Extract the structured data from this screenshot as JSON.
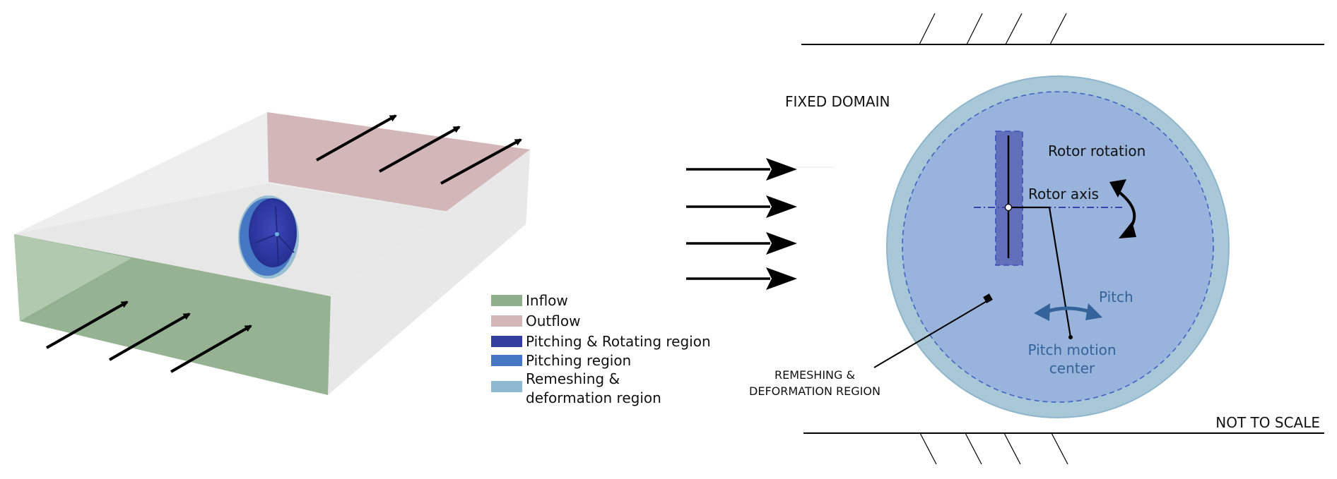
{
  "left_panel": {
    "legend": {
      "items": [
        {
          "label": "Inflow",
          "color": "#8faf8c"
        },
        {
          "label": "Outflow",
          "color": "#d3b6b7"
        },
        {
          "label": "Pitching & Rotating region",
          "color": "#343e9f"
        },
        {
          "label": "Pitching region",
          "color": "#4577c3"
        },
        {
          "label": "Remeshing &",
          "label2": "deformation region",
          "color": "#8fb9d0"
        }
      ]
    },
    "colors": {
      "inflow_face": "#8faf8c",
      "inflow_face_light": "#b1c9af",
      "outflow_face": "#d3b6b7",
      "box_faces": "#e4e4e4",
      "box_top": "#ededed"
    }
  },
  "right_panel": {
    "fixed_domain_label": "FIXED DOMAIN",
    "not_to_scale_label": "NOT TO SCALE",
    "rotor_rotation_label": "Rotor rotation",
    "rotor_axis_label": "Rotor axis",
    "pitch_label": "Pitch",
    "pitch_center_label_1": "Pitch motion",
    "pitch_center_label_2": "center",
    "remeshing_label_1": "REMESHING &",
    "remeshing_label_2": "DEFORMATION REGION",
    "colors": {
      "outer_region": "#a8c8d8",
      "inner_region": "#98b4dc",
      "rotor_box": "#6270bb",
      "pitch_text": "#33639a",
      "dashed": "#3f63c4"
    }
  }
}
